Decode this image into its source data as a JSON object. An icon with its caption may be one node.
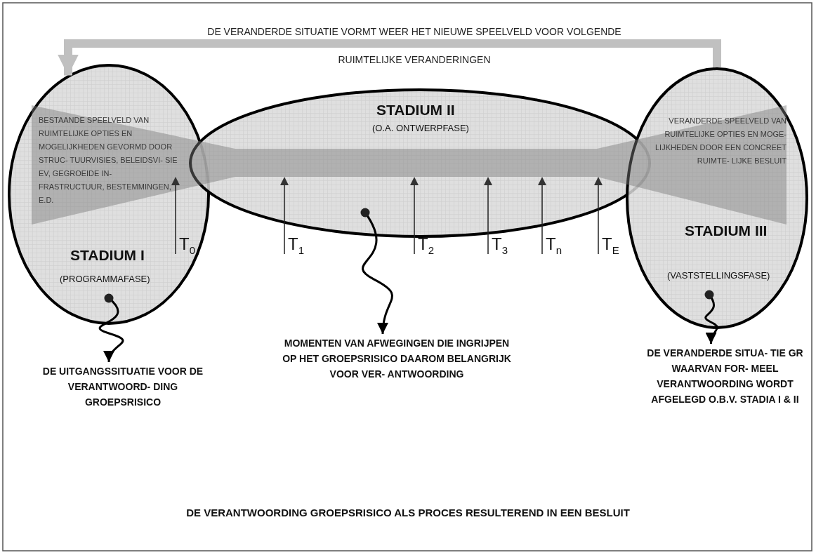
{
  "diagram": {
    "caption": "DE VERANTWOORDING GROEPSRISICO ALS PROCES RESULTEREND IN EEN BESLUIT",
    "nodes": [
      {
        "text": [
          "BESTAANDE SPEELVELD VAN RUIMTELIJKE OPTIES EN MOGELIJKHEDEN GEVORMD DOOR STRUC- TUURVISIES, BELEIDSVI- SIE EV, GEGROEIDE IN- FRASTRUCTUUR, BESTEMMINGEN, E.D.",
          "STADIUM I",
          "(PROGRAMMAFASE)"
        ]
      },
      {
        "text": [
          "STADIUM II",
          "(O.A. ONTWERPFASE)"
        ]
      },
      {
        "text": [
          "VERANDERDE SPEELVELD VAN RUIMTELIJKE OPTIES EN MOGE- LIJKHEDEN DOOR EEN CONCREET RUIMTE- LIJKE BESLUIT",
          "STADIUM III",
          "(VASTSTELLINGSFASE)"
        ]
      },
      {
        "text": [
          "DE UITGANGSSITUATIE VOOR DE VERANTWOORD- DING GROEPSRISICO"
        ]
      },
      {
        "text": [
          "MOMENTEN VAN AFWEGINGEN DIE INGRIJPEN OP HET GROEPSRISICO DAAROM BELANGRIJK VOOR VER- ANTWOORDING"
        ]
      },
      {
        "text": [
          "DE VERANDERDE SITUA- TIE GR WAARVAN FOR- MEEL VERANTWOORDING WORDT AFGELEGD O.B.V. STADIA I & II"
        ]
      }
    ],
    "edges": [
      {
        "from": 2,
        "to": 0,
        "arrow": "to",
        "label": "DE VERANDERDE SITUATIE VORMT WEER HET NIEUWE SPEELVELD VOOR VOLGENDE RUIMTELIJKE VERANDERINGEN",
        "style": "thick",
        "color": "#c0c0c0"
      },
      {
        "from": 0,
        "to": 3,
        "arrow": "to"
      },
      {
        "from": 1,
        "to": 4,
        "arrow": "to"
      },
      {
        "from": 2,
        "to": 5,
        "arrow": "to"
      }
    ],
    "labels": [
      "T$_{0}$",
      "T$_{1}$",
      "T$_{2}$",
      "T$_{3}$",
      "T$_{n}$",
      "T$_{E}$"
    ]
  }
}
